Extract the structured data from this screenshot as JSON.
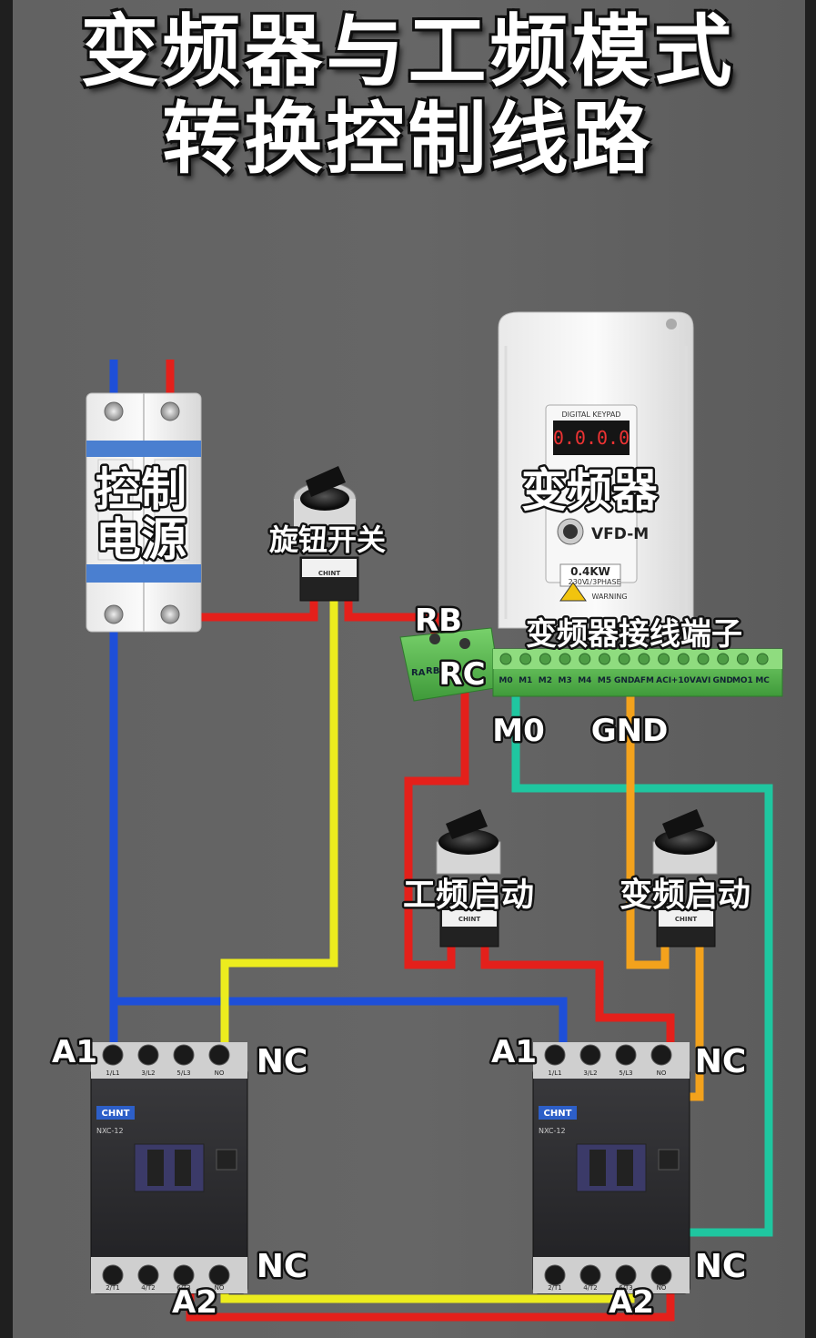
{
  "title": {
    "line1": "变频器与工频模式",
    "line2": "转换控制线路"
  },
  "colors": {
    "background": "#646464",
    "wire_blue": "#1e4fd8",
    "wire_red": "#e4201b",
    "wire_yellow": "#ecec1e",
    "wire_teal": "#1fc6a0",
    "wire_orange": "#f3a21c",
    "terminal_green": "#5cbf52",
    "contactor_body": "#2b2b2e"
  },
  "labels": {
    "control_power": [
      "控制",
      "电源"
    ],
    "rotary_switch": "旋钮开关",
    "vfd": "变频器",
    "vfd_terminals": "变频器接线端子",
    "rb": "RB",
    "rc": "RC",
    "m0": "M0",
    "gnd": "GND",
    "power_freq_start": "工频启动",
    "vfd_start": "变频启动",
    "a1_left": "A1",
    "a2_left": "A2",
    "nc_left_top": "NC",
    "nc_left_bottom": "NC",
    "a1_right": "A1",
    "a2_right": "A2",
    "nc_right_top": "NC",
    "nc_right_bottom": "NC"
  },
  "vfd_device": {
    "model": "VFD-M",
    "rating": "0.4KW",
    "voltage": "230V",
    "phase": "1/3PHASE",
    "panel": "DIGITAL KEYPAD",
    "warning": "WARNING",
    "display": "0.0.0.0"
  },
  "terminal_block": {
    "small_labels": [
      "RA",
      "RB",
      "RC"
    ],
    "main_labels": [
      "M0",
      "M1",
      "M2",
      "M3",
      "M4",
      "M5",
      "GND",
      "AFM",
      "ACI",
      "+10V",
      "AVI",
      "GND",
      "MO1",
      "MC"
    ]
  },
  "contactor": {
    "brand": "CHNT",
    "model": "NXC-12",
    "top_terminals": [
      "1/L1",
      "3/L2",
      "5/L3",
      "NO"
    ],
    "bottom_terminals": [
      "2/T1",
      "4/T2",
      "6/T3",
      "NO"
    ]
  },
  "switch_brand": "CHINT"
}
